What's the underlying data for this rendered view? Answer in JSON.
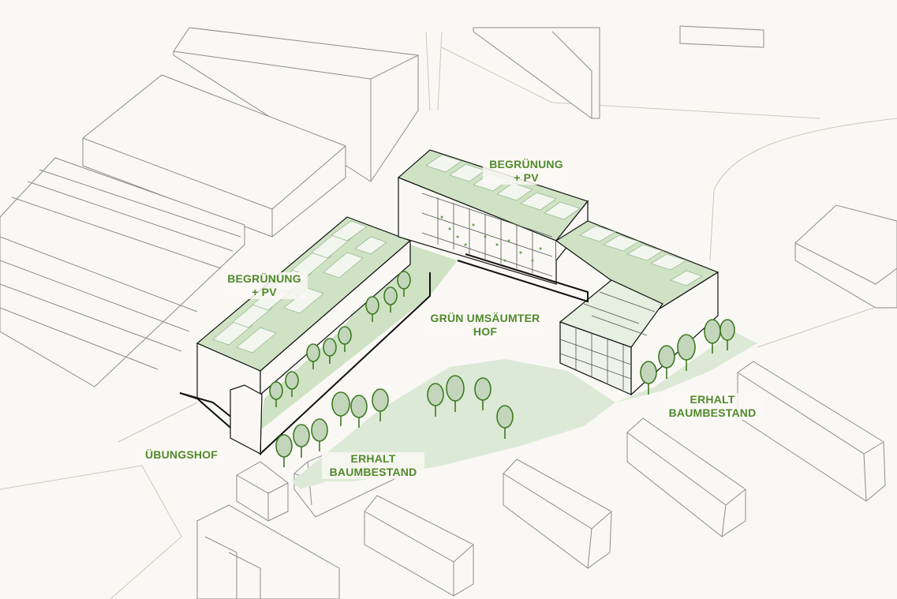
{
  "colors": {
    "background": "#faf8f5",
    "label_green": "#4f8a2b",
    "roof_green": "#cfe3c4",
    "courtyard_green": "#dce9d6",
    "tree_fill": "#c3d6bc",
    "tree_stroke": "#3e7a22",
    "line_grey": "#8c8c8c",
    "building_outline": "#111111"
  },
  "labels": {
    "roof_center": {
      "line1": "BEGRÜNUNG",
      "line2": "+ PV"
    },
    "roof_left": {
      "line1": "BEGRÜNUNG",
      "line2": "+ PV"
    },
    "courtyard": {
      "line1": "GRÜN UMSÄUMTER",
      "line2": "HOF"
    },
    "training_yard": "ÜBUNGSHOF",
    "trees_right": {
      "line1": "ERHALT",
      "line2": "BAUMBESTAND"
    },
    "trees_bottom": {
      "line1": "ERHALT",
      "line2": "BAUMBESTAND"
    }
  }
}
